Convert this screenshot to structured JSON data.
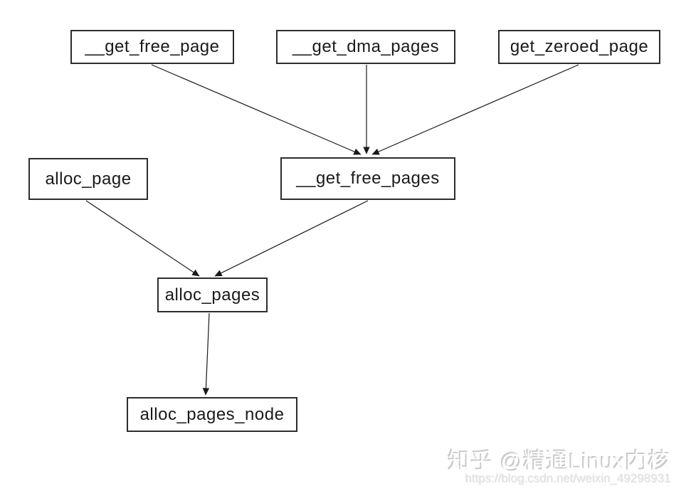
{
  "diagram": {
    "description": "Call graph of Linux kernel page allocation functions",
    "nodes": [
      {
        "id": "__get_free_page",
        "label": "__get_free_page"
      },
      {
        "id": "__get_dma_pages",
        "label": "__get_dma_pages"
      },
      {
        "id": "get_zeroed_page",
        "label": "get_zeroed_page"
      },
      {
        "id": "alloc_page",
        "label": "alloc_page"
      },
      {
        "id": "__get_free_pages",
        "label": "__get_free_pages"
      },
      {
        "id": "alloc_pages",
        "label": "alloc_pages"
      },
      {
        "id": "alloc_pages_node",
        "label": "alloc_pages_node"
      }
    ],
    "edges": [
      {
        "from": "__get_free_page",
        "to": "__get_free_pages"
      },
      {
        "from": "__get_dma_pages",
        "to": "__get_free_pages"
      },
      {
        "from": "get_zeroed_page",
        "to": "__get_free_pages"
      },
      {
        "from": "alloc_page",
        "to": "alloc_pages"
      },
      {
        "from": "__get_free_pages",
        "to": "alloc_pages"
      },
      {
        "from": "alloc_pages",
        "to": "alloc_pages_node"
      }
    ]
  },
  "watermark": {
    "attribution": "知乎 @精通Linux内核",
    "url": "https://blog.csdn.net/weixin_49298931"
  },
  "colors": {
    "background": "#ffffff",
    "node_border": "#2d2d2d",
    "node_text": "#1a1a1a",
    "edge": "#1a1a1a",
    "watermark_shadow": "#c9c9c9",
    "watermark_url_text": "#e2dfdf"
  }
}
